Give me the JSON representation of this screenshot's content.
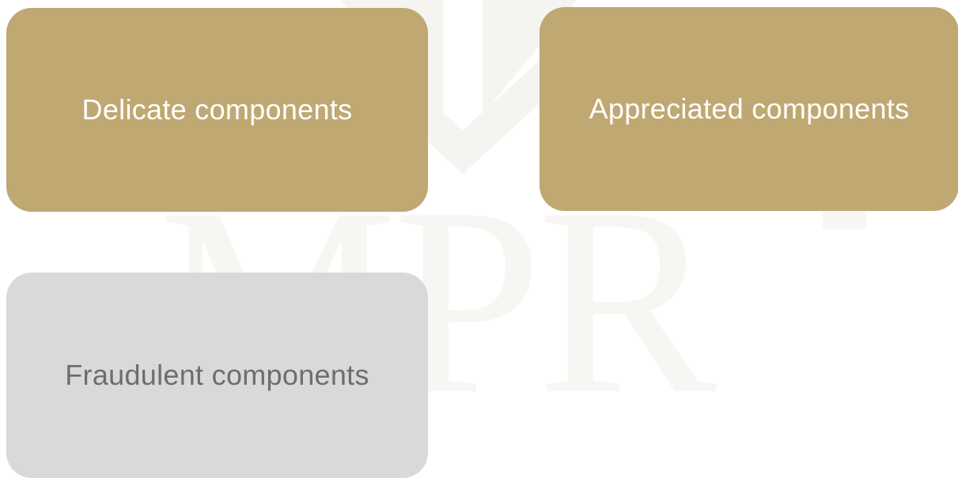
{
  "colors": {
    "gold_tile": "#bfa872",
    "grey_tile": "#d9d9d9",
    "gold_label": "#ffffff",
    "grey_label": "#6d6d6d",
    "watermark": "#f7f6f3"
  },
  "watermark": {
    "icon": "mpr-logo-watermark",
    "text": "MPR"
  },
  "tiles": [
    {
      "label": "Delicate components",
      "style": "gold"
    },
    {
      "label": "Appreciated components",
      "style": "gold"
    },
    {
      "label": "Fraudulent components",
      "style": "grey"
    }
  ]
}
